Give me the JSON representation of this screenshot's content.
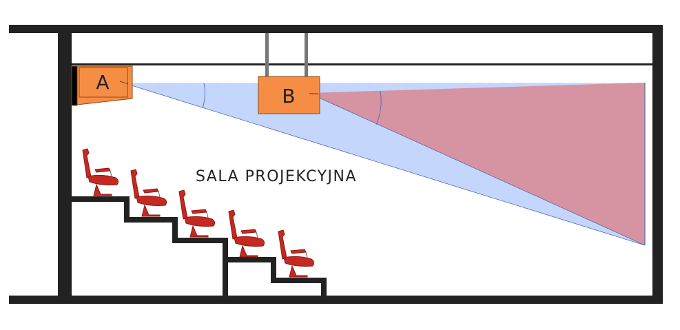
{
  "diagram": {
    "room_label": "SALA PROJEKCYJNA",
    "projector_a": {
      "label": "A"
    },
    "projector_b": {
      "label": "B"
    }
  },
  "colors": {
    "wall": "#222222",
    "projector": "#f68d45",
    "projector_outline": "#8a4a16",
    "beam_a": "#c4d6fc",
    "beam_b": "#d693a2",
    "beam_edge": "#5668a8",
    "seat": "#c42a22",
    "seat_dark": "#8f1712",
    "rod": "#777777"
  },
  "icons": {
    "seat": "cinema-seat-icon"
  }
}
